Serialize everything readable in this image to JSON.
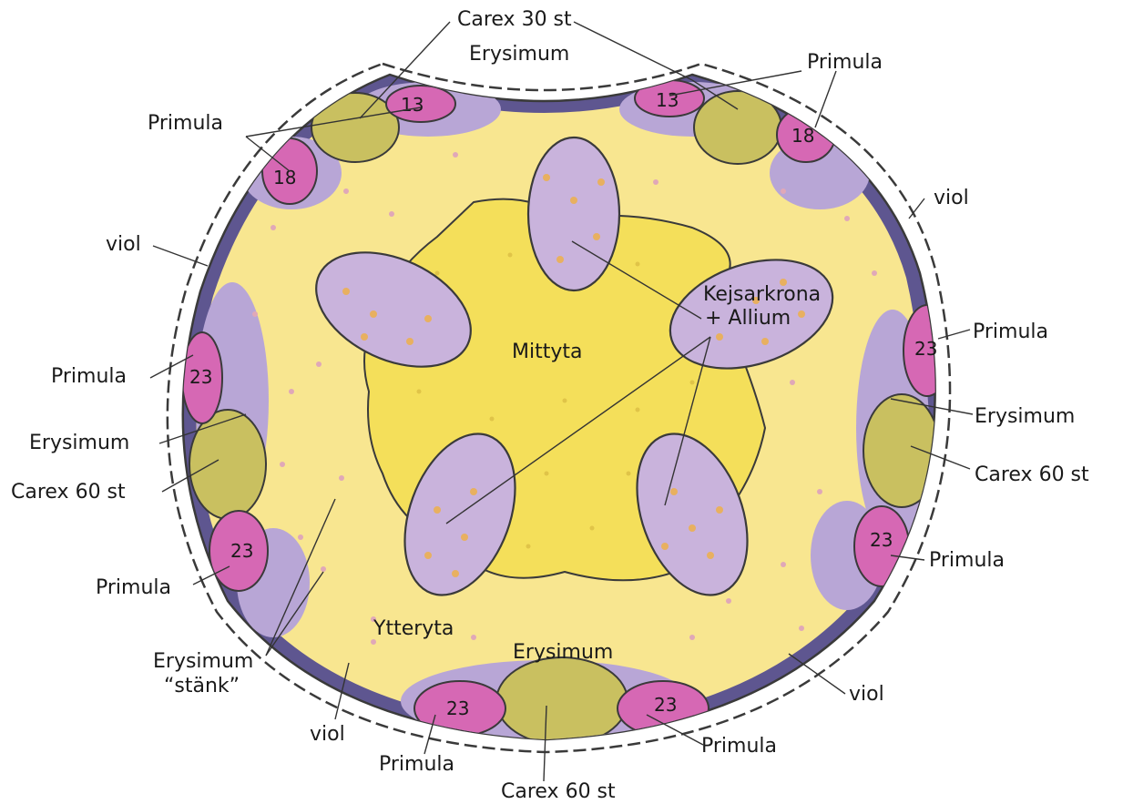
{
  "colors": {
    "outer_bed": "#f8e690",
    "center_bed": "#f4df5a",
    "bulb_patch": "#c9b3dc",
    "primula": "#d668b4",
    "carex": "#c9c060",
    "erysimum_band": "#b8a6d6",
    "viol_edge": "#5e5690",
    "outline": "#3a3a3a",
    "dot": "#e8b060"
  },
  "zones": {
    "center": "Mittyta",
    "outer": "Ytteryta",
    "bulbs_line1": "Kejsarkrona",
    "bulbs_line2": "+ Allium"
  },
  "patch_numbers": {
    "top_left": "13",
    "top_right": "13",
    "upper_left": "18",
    "upper_right": "18",
    "left": "23",
    "right": "23",
    "lower_left": "23",
    "lower_right": "23",
    "bottom_left": "23",
    "bottom_right": "23"
  },
  "labels": {
    "carex_top": "Carex 30 st",
    "erysimum_top": "Erysimum",
    "primula_top_right": "Primula",
    "primula_top_left": "Primula",
    "viol_right": "viol",
    "viol_left": "viol",
    "primula_right": "Primula",
    "erysimum_right": "Erysimum",
    "carex_right": "Carex 60 st",
    "primula_right_lower": "Primula",
    "primula_left": "Primula",
    "erysimum_left": "Erysimum",
    "carex_left": "Carex 60 st",
    "primula_left_lower": "Primula",
    "erysimum_stank_line1": "Erysimum",
    "erysimum_stank_line2": "“stänk”",
    "viol_bottom_left": "viol",
    "primula_bottom_left": "Primula",
    "erysimum_bottom": "Erysimum",
    "carex_bottom": "Carex 60 st",
    "primula_bottom_right": "Primula",
    "viol_bottom_right": "viol"
  }
}
